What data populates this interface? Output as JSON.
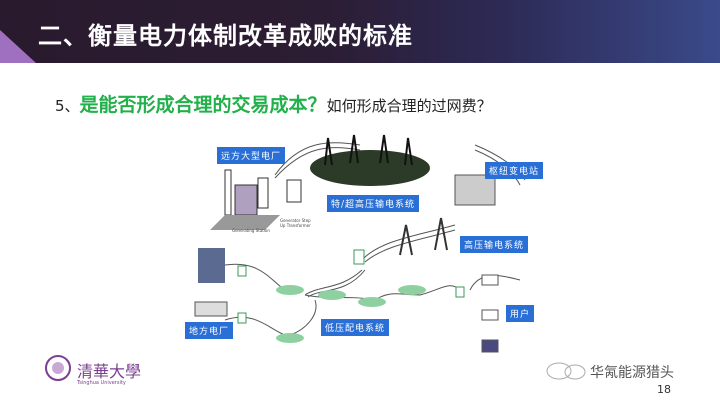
{
  "header": {
    "title": "二、衡量电力体制改革成败的标准"
  },
  "question": {
    "number": "5、",
    "highlight": "是能否形成合理的交易成本？",
    "rest": "如何形成合理的过网费？"
  },
  "diagram": {
    "labels": {
      "remote_plant": "远方大型电厂",
      "uhv": "特/超高压输电系统",
      "hub": "枢纽变电站",
      "hv": "高压输电系统",
      "local_plant": "地方电厂",
      "lv": "低压配电系统",
      "user": "用户"
    },
    "small": {
      "generating_station": "Generating Station",
      "step_up": "Generator Step Up Transformer"
    }
  },
  "footer": {
    "logo_cn": "清華大學",
    "logo_en": "Tsinghua University",
    "watermark": "华氝能源猎头",
    "page": "18"
  }
}
